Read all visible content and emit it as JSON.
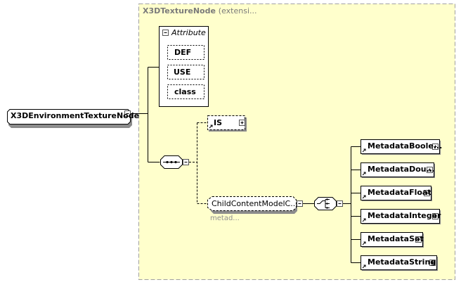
{
  "base_type": {
    "name": "X3DTextureNode",
    "suffix": "(extensi..."
  },
  "attributes": {
    "group_label": "Attribute",
    "items": [
      "DEF",
      "USE",
      "class"
    ]
  },
  "root_element": "X3DEnvironmentTextureNode",
  "is_element": "IS",
  "child_group": {
    "name": "ChildContentModelC...",
    "note": "metad..."
  },
  "choice_items": [
    "MetadataBoole...",
    "MetadataDou...",
    "MetadataFloat",
    "MetadataInteger",
    "MetadataSet",
    "MetadataString"
  ],
  "colors": {
    "extension_fill": "#ffffcc",
    "extension_border": "#a0a0a0",
    "node_fill": "#ffffff",
    "node_shadow": "#8c8c8c",
    "line": "#000000"
  }
}
